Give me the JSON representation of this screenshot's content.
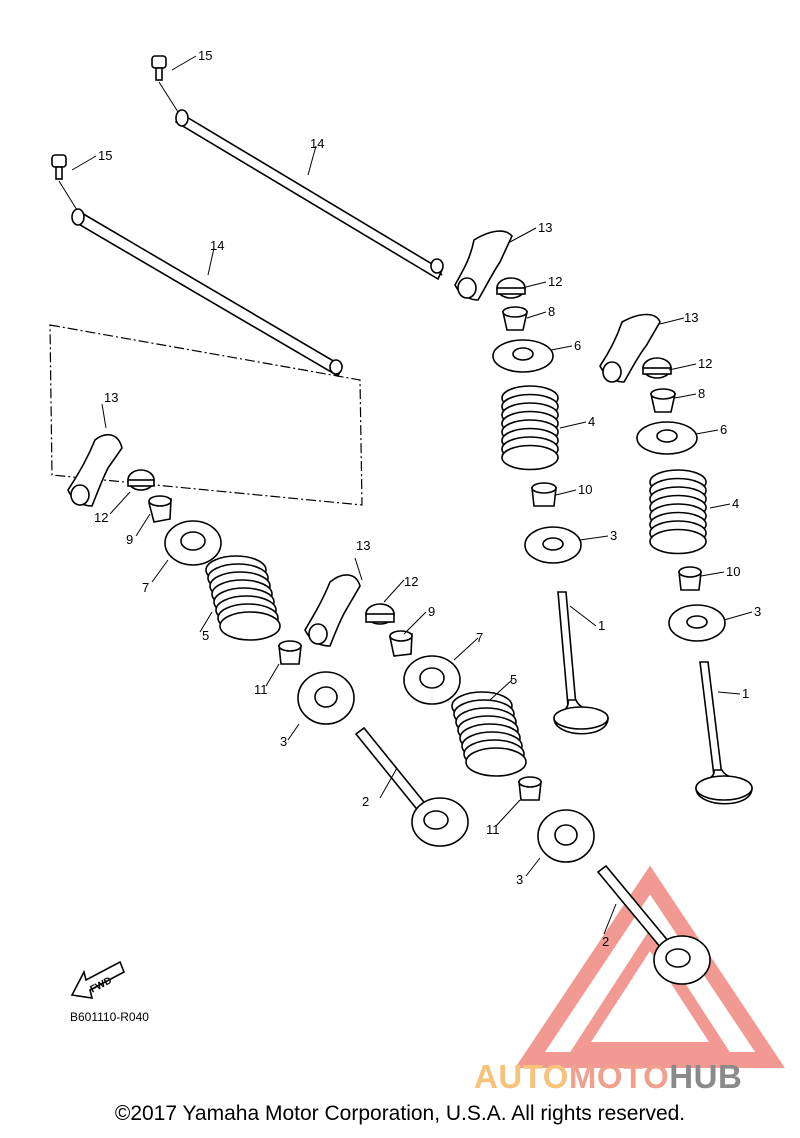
{
  "diagram_code": "B601110-R040",
  "copyright": "©2017 Yamaha Motor Corporation, U.S.A. All rights reserved.",
  "fwd_label": "FWD",
  "watermark": {
    "part1": "AUTO",
    "part2": "MOTO",
    "part3": "HUB",
    "colors": {
      "auto": "#f7c27a",
      "moto": "#f0a08c",
      "hub": "#8a8a8a",
      "triangle": "#e8463c"
    }
  },
  "callouts": [
    {
      "id": "c15a",
      "label": "15"
    },
    {
      "id": "c15b",
      "label": "15"
    },
    {
      "id": "c14a",
      "label": "14"
    },
    {
      "id": "c14b",
      "label": "14"
    },
    {
      "id": "c13a",
      "label": "13"
    },
    {
      "id": "c13b",
      "label": "13"
    },
    {
      "id": "c13c",
      "label": "13"
    },
    {
      "id": "c13d",
      "label": "13"
    },
    {
      "id": "c12a",
      "label": "12"
    },
    {
      "id": "c12b",
      "label": "12"
    },
    {
      "id": "c12c",
      "label": "12"
    },
    {
      "id": "c12d",
      "label": "12"
    },
    {
      "id": "c8a",
      "label": "8"
    },
    {
      "id": "c8b",
      "label": "8"
    },
    {
      "id": "c6a",
      "label": "6"
    },
    {
      "id": "c6b",
      "label": "6"
    },
    {
      "id": "c4a",
      "label": "4"
    },
    {
      "id": "c4b",
      "label": "4"
    },
    {
      "id": "c10a",
      "label": "10"
    },
    {
      "id": "c10b",
      "label": "10"
    },
    {
      "id": "c3a",
      "label": "3"
    },
    {
      "id": "c3b",
      "label": "3"
    },
    {
      "id": "c3c",
      "label": "3"
    },
    {
      "id": "c3d",
      "label": "3"
    },
    {
      "id": "c1a",
      "label": "1"
    },
    {
      "id": "c1b",
      "label": "1"
    },
    {
      "id": "c9a",
      "label": "9"
    },
    {
      "id": "c9b",
      "label": "9"
    },
    {
      "id": "c7a",
      "label": "7"
    },
    {
      "id": "c7b",
      "label": "7"
    },
    {
      "id": "c5a",
      "label": "5"
    },
    {
      "id": "c5b",
      "label": "5"
    },
    {
      "id": "c11a",
      "label": "11"
    },
    {
      "id": "c11b",
      "label": "11"
    },
    {
      "id": "c2a",
      "label": "2"
    },
    {
      "id": "c2b",
      "label": "2"
    }
  ]
}
